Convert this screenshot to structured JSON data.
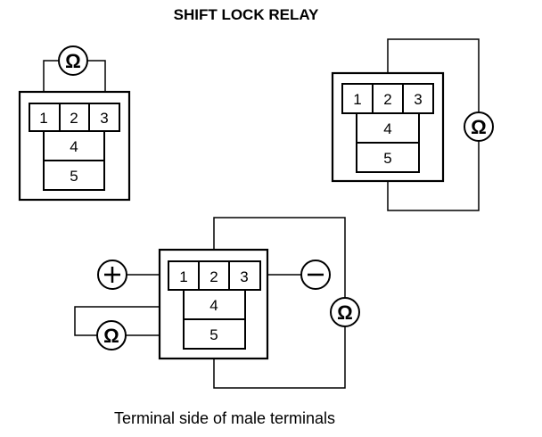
{
  "title": "SHIFT LOCK RELAY",
  "caption": "Terminal side of male terminals",
  "terminals": {
    "t1": "1",
    "t2": "2",
    "t3": "3",
    "t4": "4",
    "t5": "5"
  },
  "symbols": {
    "ohm": "Ω",
    "plus": "+",
    "minus": "−"
  },
  "components": {
    "meter": "ohmmeter-icon",
    "positive": "battery-positive-icon",
    "negative": "battery-negative-icon"
  }
}
